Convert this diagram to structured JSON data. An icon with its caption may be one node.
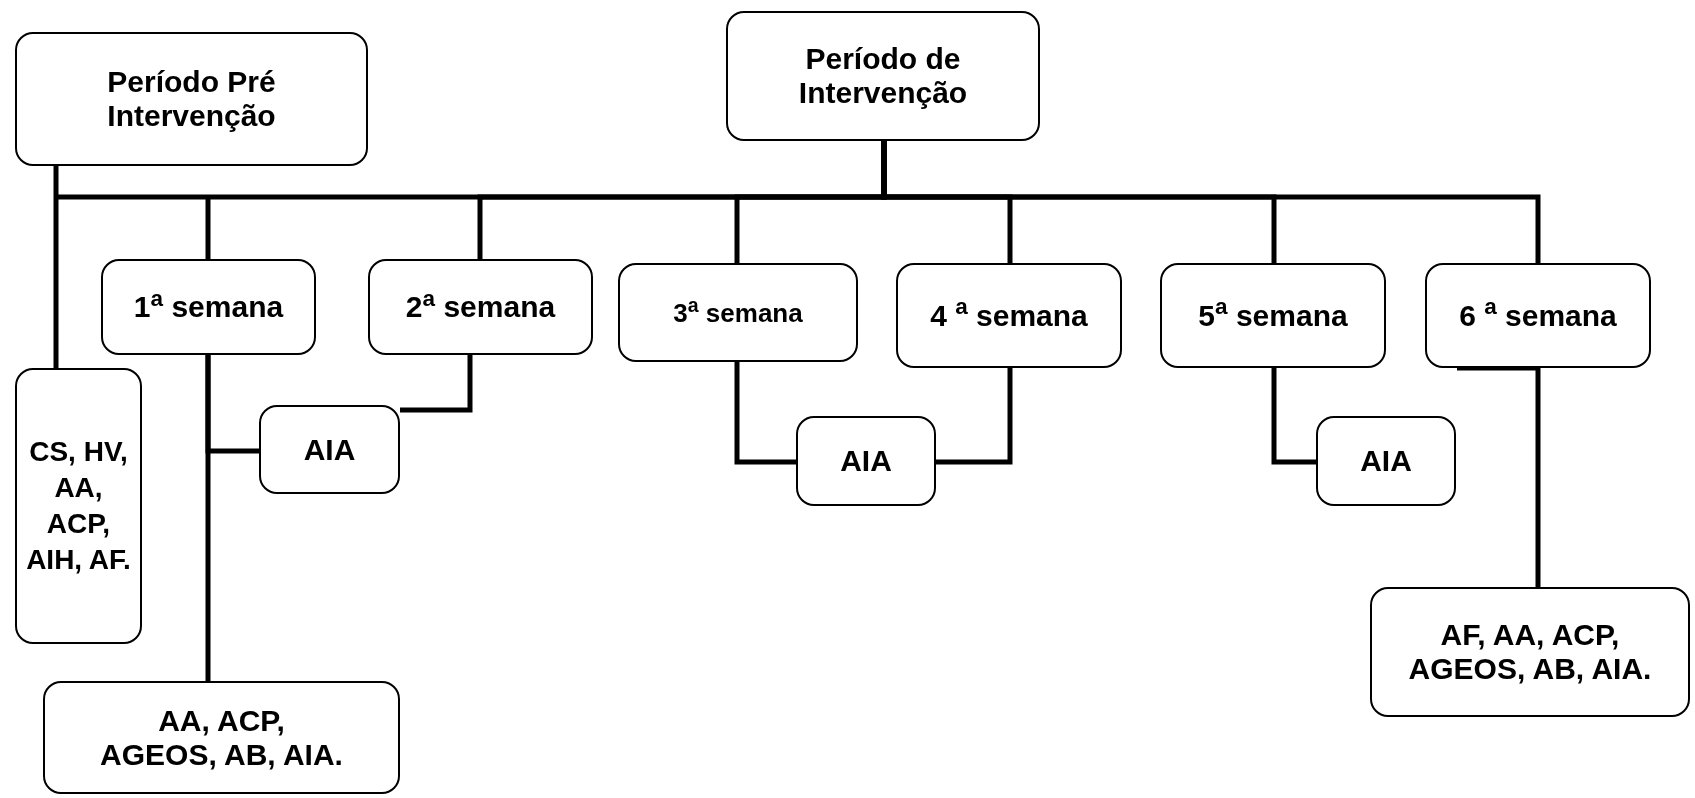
{
  "diagram": {
    "nodes": [
      {
        "text": [
          "Período Pré Intervenção"
        ]
      },
      {
        "text": [
          "Período de Intervenção"
        ]
      },
      {
        "text": [
          "1$^{a}$ semana"
        ]
      },
      {
        "text": [
          "2$^{a}$ semana"
        ]
      },
      {
        "text": [
          "3$^{a}$ semana"
        ]
      },
      {
        "text": [
          "4 $^{a}$ semana"
        ]
      },
      {
        "text": [
          "5$^{a}$ semana"
        ]
      },
      {
        "text": [
          "6 $^{a}$ semana"
        ]
      },
      {
        "text": [
          "CS, HV, AA, ACP, AIH, AF."
        ]
      },
      {
        "text": [
          "AIA"
        ]
      },
      {
        "text": [
          "AA, ACP, AGEOS, AB, AIA."
        ]
      },
      {
        "text": [
          "AIA"
        ]
      },
      {
        "text": [
          "AIA"
        ]
      },
      {
        "text": [
          "AF, AA, ACP, AGEOS, AB, AIA."
        ]
      }
    ],
    "edges": [
      {
        "from": 0,
        "to": 8,
        "arrow": "none"
      },
      {
        "from": 1,
        "to": 2,
        "arrow": "none"
      },
      {
        "from": 1,
        "to": 3,
        "arrow": "none"
      },
      {
        "from": 1,
        "to": 4,
        "arrow": "none"
      },
      {
        "from": 1,
        "to": 5,
        "arrow": "none"
      },
      {
        "from": 1,
        "to": 6,
        "arrow": "none"
      },
      {
        "from": 1,
        "to": 7,
        "arrow": "none"
      },
      {
        "from": 2,
        "to": 9,
        "arrow": "none"
      },
      {
        "from": 3,
        "to": 9,
        "arrow": "none"
      },
      {
        "from": 2,
        "to": 10,
        "arrow": "none"
      },
      {
        "from": 4,
        "to": 11,
        "arrow": "none"
      },
      {
        "from": 5,
        "to": 11,
        "arrow": "none"
      },
      {
        "from": 6,
        "to": 12,
        "arrow": "none"
      },
      {
        "from": 7,
        "to": 13,
        "arrow": "none"
      }
    ]
  }
}
